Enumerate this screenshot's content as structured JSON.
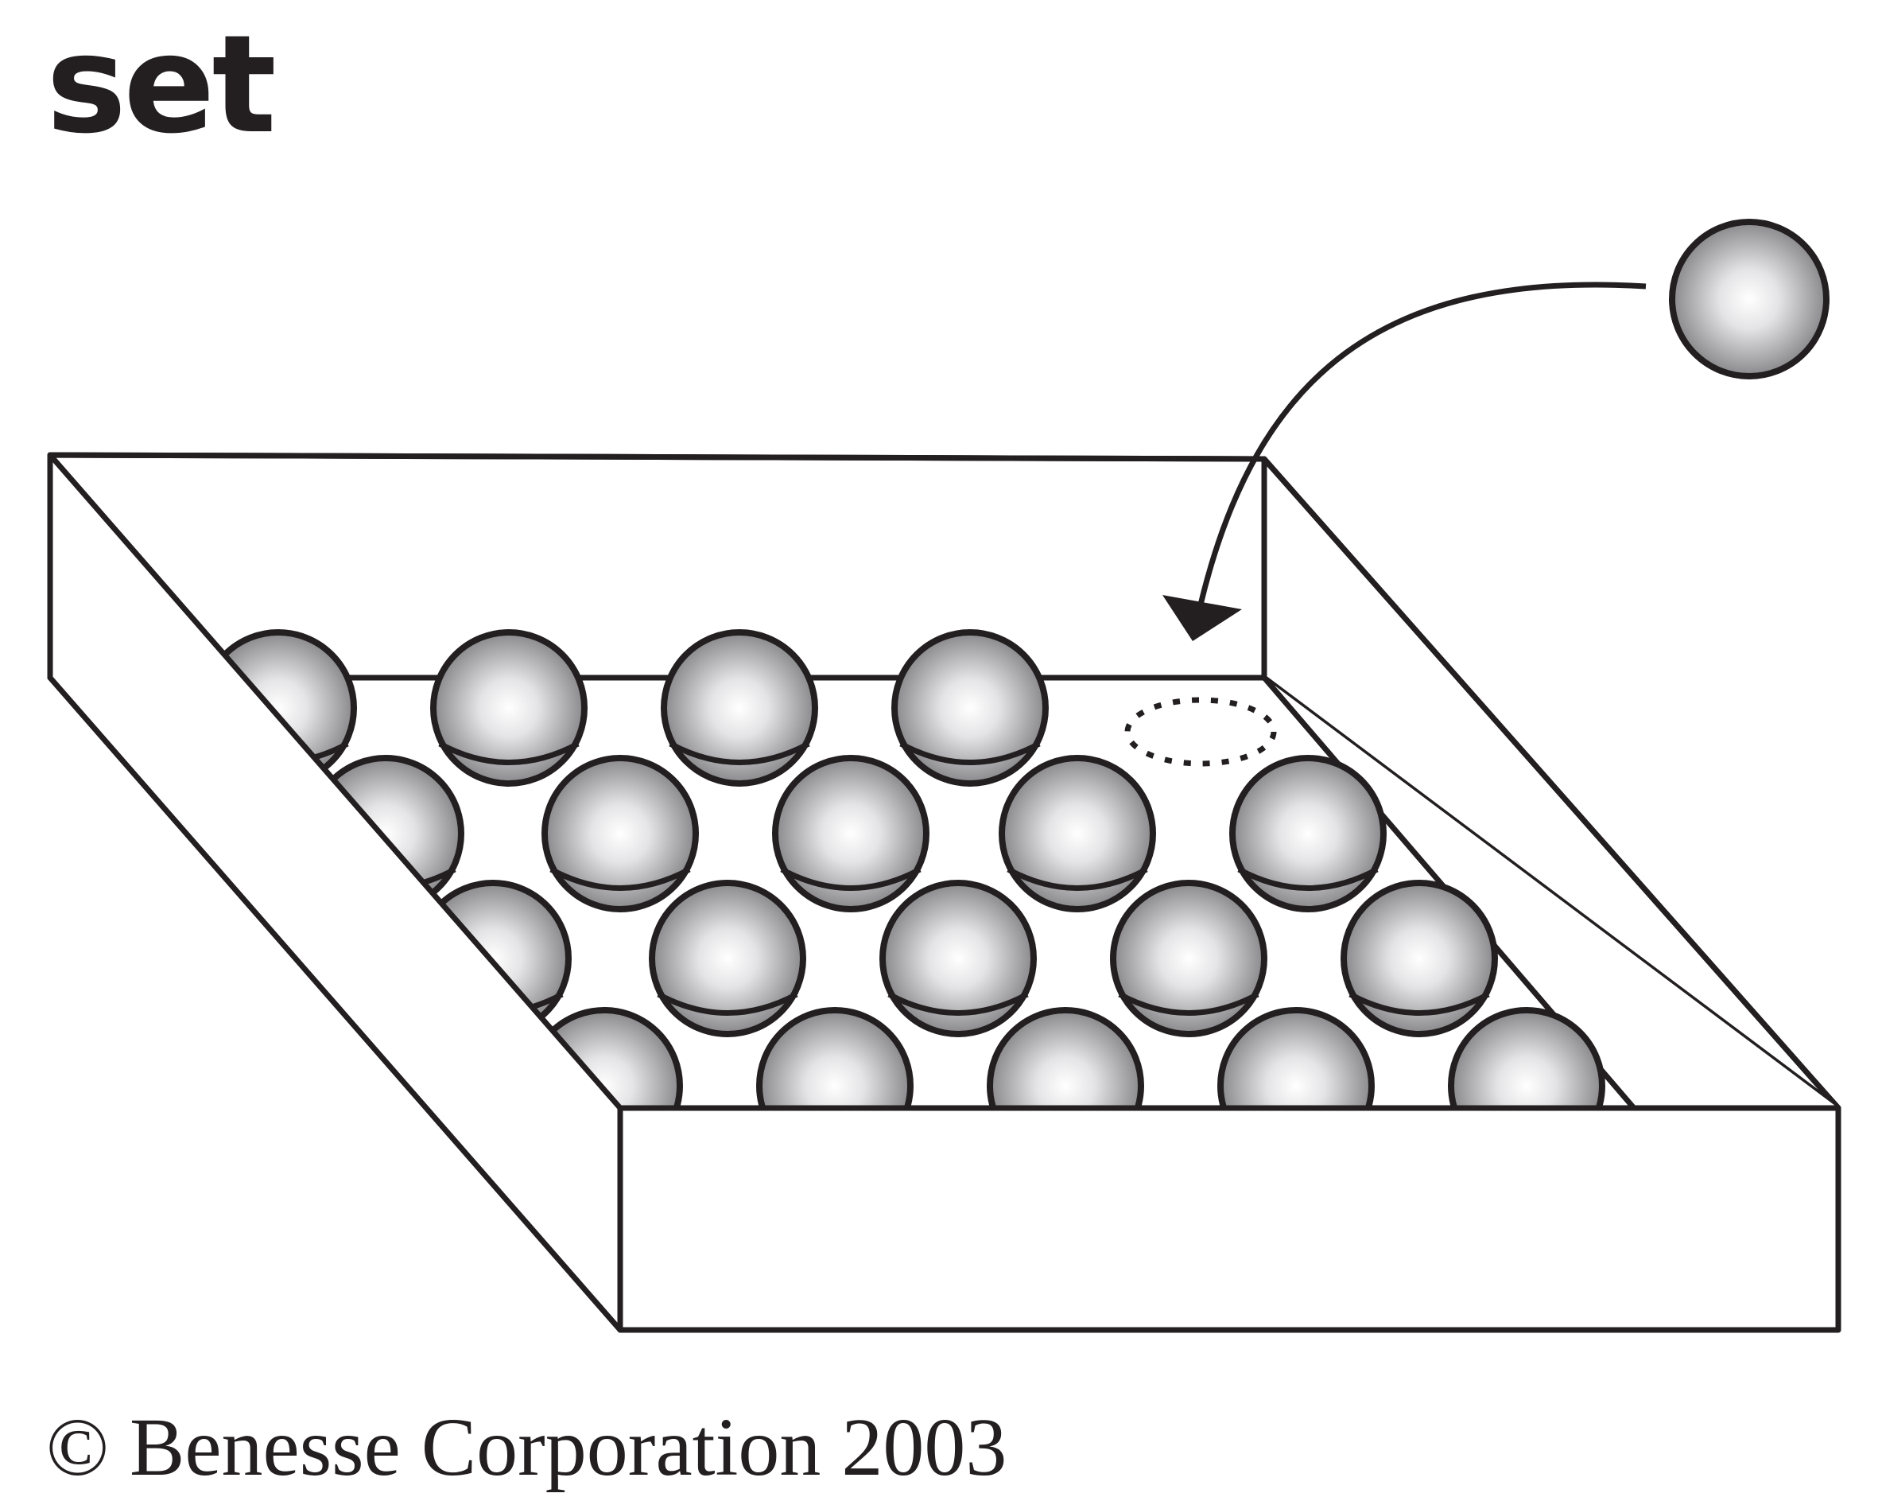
{
  "title": "set",
  "copyright": "© Benesse Corporation 2003",
  "colors": {
    "ink": "#231f20",
    "ball_highlight": "#ffffff",
    "ball_shade": "#7a7a7c"
  },
  "icons": {
    "tray": "open-tray",
    "ball": "sphere",
    "arrow": "curved-arrow",
    "empty_slot": "dotted-ellipse"
  }
}
